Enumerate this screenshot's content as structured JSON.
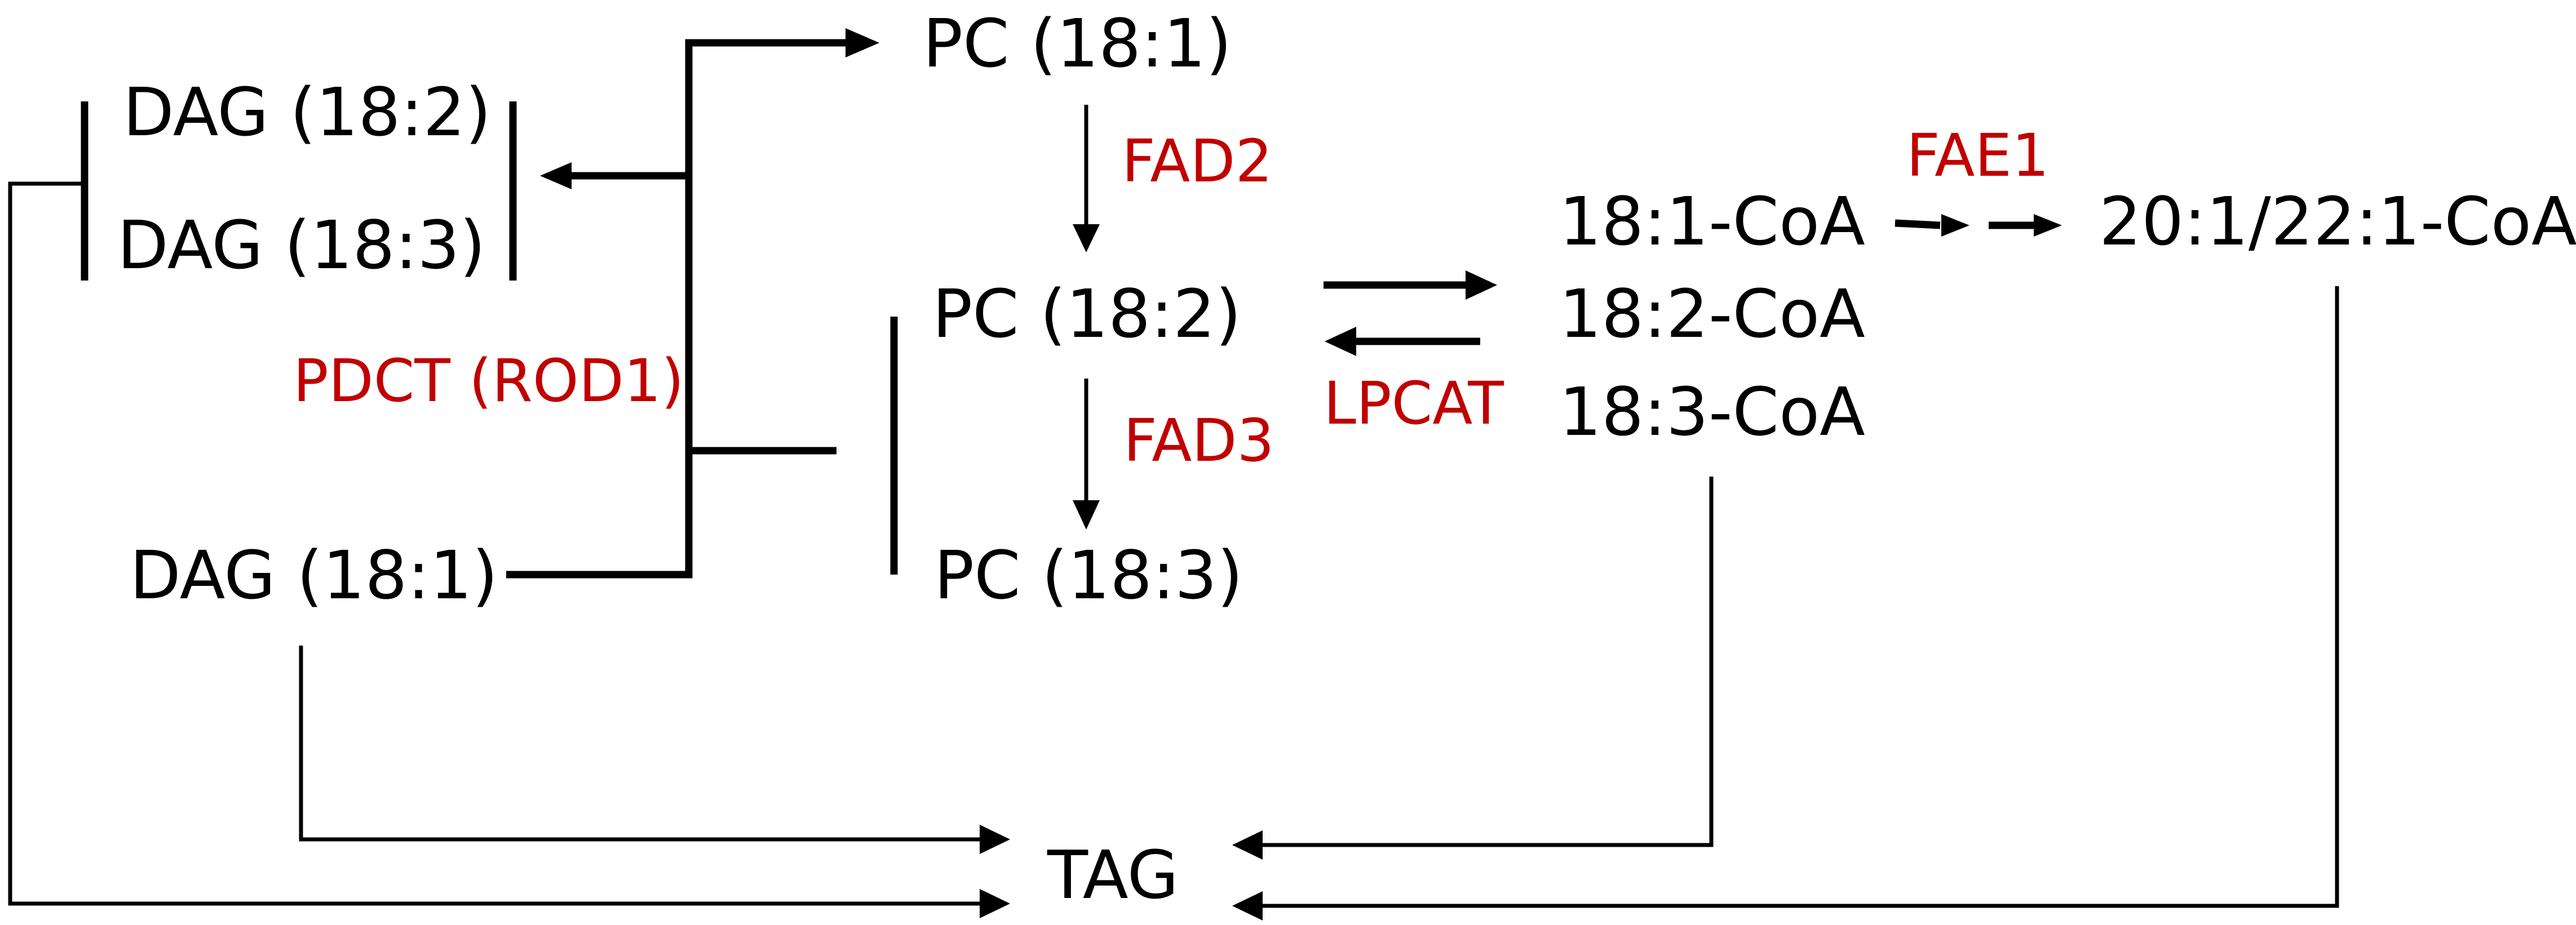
{
  "colors": {
    "node_text": "#000000",
    "enzyme_text": "#c00000",
    "line": "#000000"
  },
  "nodes": {
    "dag_18_2": "DAG (18:2)",
    "dag_18_3": "DAG (18:3)",
    "dag_18_1": "DAG (18:1)",
    "pc_18_1": "PC (18:1)",
    "pc_18_2": "PC (18:2)",
    "pc_18_3": "PC (18:3)",
    "coa_18_1": "18:1-CoA",
    "coa_18_2": "18:2-CoA",
    "coa_18_3": "18:3-CoA",
    "coa_20_22": "20:1/22:1-CoA",
    "tag": "TAG"
  },
  "enzymes": {
    "pdct": "PDCT (ROD1)",
    "fad2": "FAD2",
    "fad3": "FAD3",
    "lpcat": "LPCAT",
    "fae1": "FAE1"
  }
}
